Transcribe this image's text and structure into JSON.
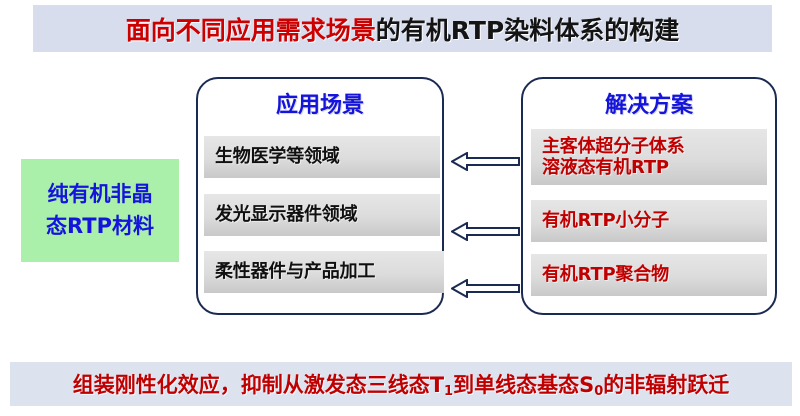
{
  "title": {
    "red_part": "面向不同应用需求场景",
    "black_part": "的有机RTP染料体系的构建",
    "band_color": "#d7dded",
    "red_color": "#cc0000",
    "black_color": "#141414"
  },
  "material_box": {
    "line1": "纯有机非晶",
    "line2": "态RTP材料",
    "background_color": "#aaf0aa",
    "text_color": "#1414dd"
  },
  "scenarios_panel": {
    "title": "应用场景",
    "title_color": "#1414dd",
    "border_color": "#1b2a52",
    "items": [
      {
        "label": "生物医学等领域"
      },
      {
        "label": "发光显示器件领域"
      },
      {
        "label": "柔性器件与产品加工"
      }
    ]
  },
  "solutions_panel": {
    "title": "解决方案",
    "title_color": "#1414dd",
    "border_color": "#1b2a52",
    "items": [
      {
        "label": "主客体超分子体系\n溶液态有机RTP"
      },
      {
        "label": "有机RTP小分子"
      },
      {
        "label": "有机RTP聚合物"
      }
    ],
    "item_text_color": "#c00000"
  },
  "arrows": {
    "direction": "left",
    "count": 3,
    "outline_color": "#1b2a52",
    "fill_color": "#ffffff"
  },
  "bottom_band": {
    "segment1": "组装刚性化效应，抑制从激发态三线态T",
    "sub1": "1",
    "segment2": "到单线态基态S",
    "sub2": "0",
    "segment3": "的非辐射跃迁",
    "background_color": "#dde2ef",
    "text_color": "#c00000"
  }
}
